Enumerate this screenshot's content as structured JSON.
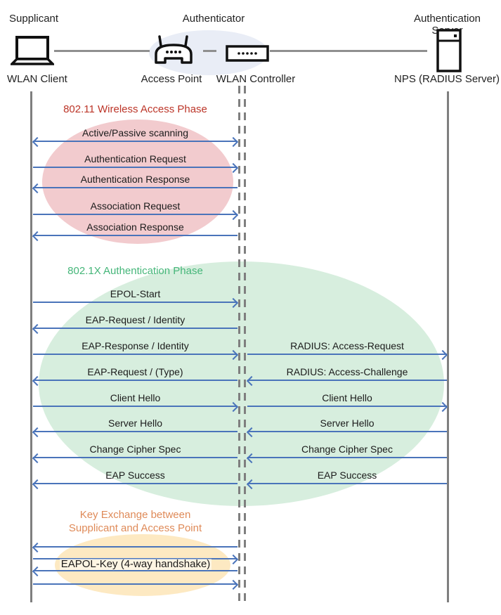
{
  "header": {
    "roles": [
      {
        "label": "Supplicant"
      },
      {
        "label": "Authenticator"
      },
      {
        "label": "Authentication Server"
      }
    ],
    "devices": [
      {
        "label": "WLAN Client",
        "icon": "laptop-icon"
      },
      {
        "label": "Access Point",
        "icon": "access-point-icon"
      },
      {
        "label": "WLAN Controller",
        "icon": "wlan-controller-icon"
      },
      {
        "label": "NPS (RADIUS Server)",
        "icon": "server-icon"
      }
    ]
  },
  "phases": [
    {
      "title": "802.11 Wireless Access Phase",
      "color": "#BC3528",
      "ellipse_color": "#F2CBCE"
    },
    {
      "title": "802.1X Authentication Phase",
      "color": "#45B679",
      "ellipse_color": "#D7EEDE"
    },
    {
      "title_line1": "Key Exchange between",
      "title_line2": "Supplicant and Access Point",
      "color": "#DF8A58",
      "ellipse_color": "#FDE9C2"
    }
  ],
  "messages": {
    "left": [
      {
        "label": "Active/Passive scanning",
        "direction": "both"
      },
      {
        "label": "Authentication Request",
        "direction": "right"
      },
      {
        "label": "Authentication Response",
        "direction": "left"
      },
      {
        "label": "Association Request",
        "direction": "right"
      },
      {
        "label": "Association Response",
        "direction": "left"
      },
      {
        "label": "EPOL-Start",
        "direction": "right"
      },
      {
        "label": "EAP-Request / Identity",
        "direction": "left"
      },
      {
        "label": "EAP-Response / Identity",
        "direction": "right"
      },
      {
        "label": "EAP-Request / (Type)",
        "direction": "left"
      },
      {
        "label": "Client Hello",
        "direction": "right"
      },
      {
        "label": "Server Hello",
        "direction": "left"
      },
      {
        "label": "Change Cipher Spec",
        "direction": "left"
      },
      {
        "label": "EAP Success",
        "direction": "left"
      },
      {
        "label": "",
        "direction": "left"
      },
      {
        "label": "",
        "direction": "right"
      },
      {
        "label": "EAPOL-Key (4-way handshake)",
        "direction": "left"
      },
      {
        "label": "",
        "direction": "right"
      }
    ],
    "right": [
      {
        "label": "RADIUS: Access-Request",
        "direction": "right"
      },
      {
        "label": "RADIUS: Access-Challenge",
        "direction": "left"
      },
      {
        "label": "Client Hello",
        "direction": "right"
      },
      {
        "label": "Server Hello",
        "direction": "left"
      },
      {
        "label": "Change Cipher Spec",
        "direction": "left"
      },
      {
        "label": "EAP Success",
        "direction": "left"
      }
    ]
  },
  "colors": {
    "arrow": "#4A74BA",
    "lifeline": "#7f7f7f",
    "header_ellipse": "#E9EDF6",
    "icon_stroke": "#111111"
  }
}
